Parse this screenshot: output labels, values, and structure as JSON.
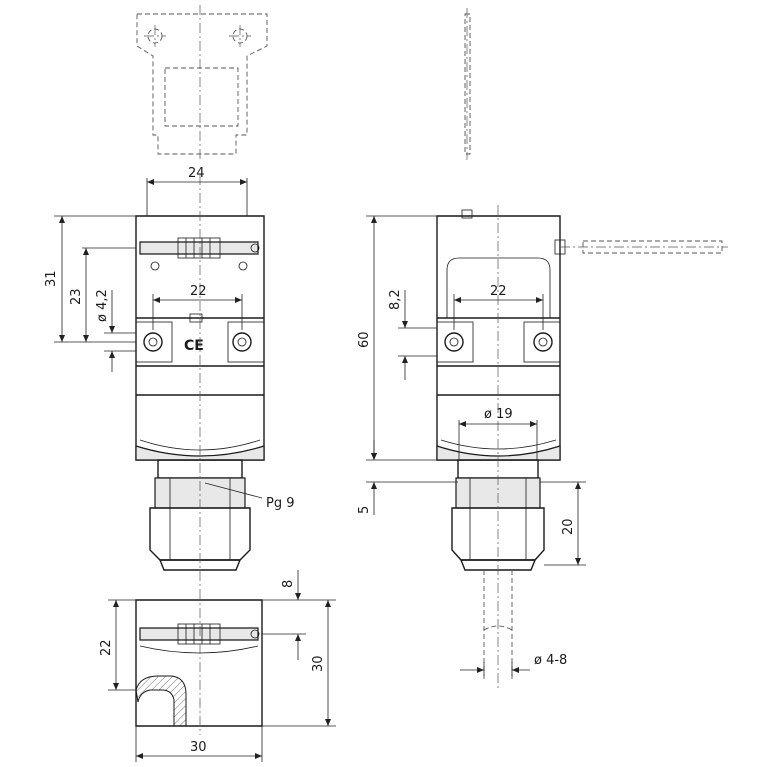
{
  "dimensions": {
    "top_width": "24",
    "height_31": "31",
    "height_23": "23",
    "hole_diameter": "ø 4,2",
    "hole_spacing_front": "22",
    "hole_spacing_side": "22",
    "total_height": "60",
    "offset_8_2": "8,2",
    "bore_19": "ø 19",
    "gap_5": "5",
    "gland_20": "20",
    "cable_range": "ø 4-8",
    "bottom_8": "8",
    "bottom_22": "22",
    "bottom_30_v": "30",
    "bottom_30_h": "30"
  },
  "labels": {
    "gland_thread": "Pg 9",
    "ce_mark": "CE"
  }
}
